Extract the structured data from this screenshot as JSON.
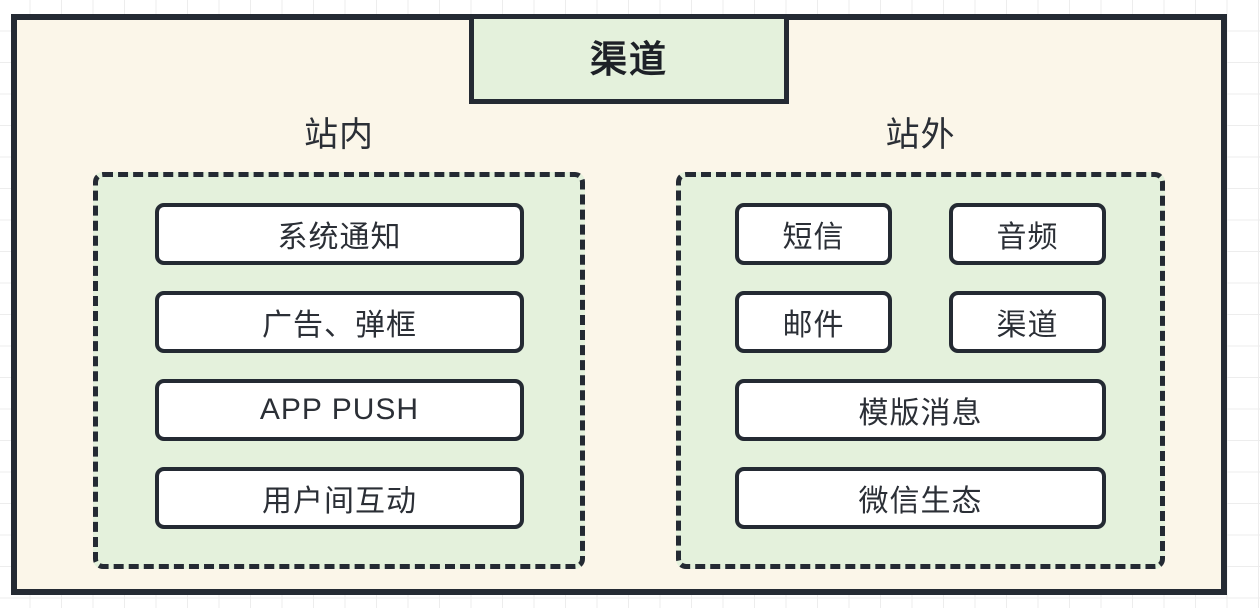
{
  "diagram": {
    "title": "渠道",
    "background_color": "#fbf6e9",
    "accent_color": "#e4f1dc",
    "line_color": "#242a33",
    "groups": [
      {
        "id": "inside",
        "heading": "站内",
        "layout": "single-column",
        "items": [
          {
            "label": "系统通知"
          },
          {
            "label": "广告、弹框"
          },
          {
            "label": "APP PUSH"
          },
          {
            "label": "用户间互动"
          }
        ]
      },
      {
        "id": "outside",
        "heading": "站外",
        "layout": "mixed",
        "rows": [
          {
            "type": "pair",
            "items": [
              {
                "label": "短信"
              },
              {
                "label": "音频"
              }
            ]
          },
          {
            "type": "pair",
            "items": [
              {
                "label": "邮件"
              },
              {
                "label": "渠道"
              }
            ]
          }
        ],
        "items": [
          {
            "label": "模版消息"
          },
          {
            "label": "微信生态"
          }
        ]
      }
    ]
  }
}
